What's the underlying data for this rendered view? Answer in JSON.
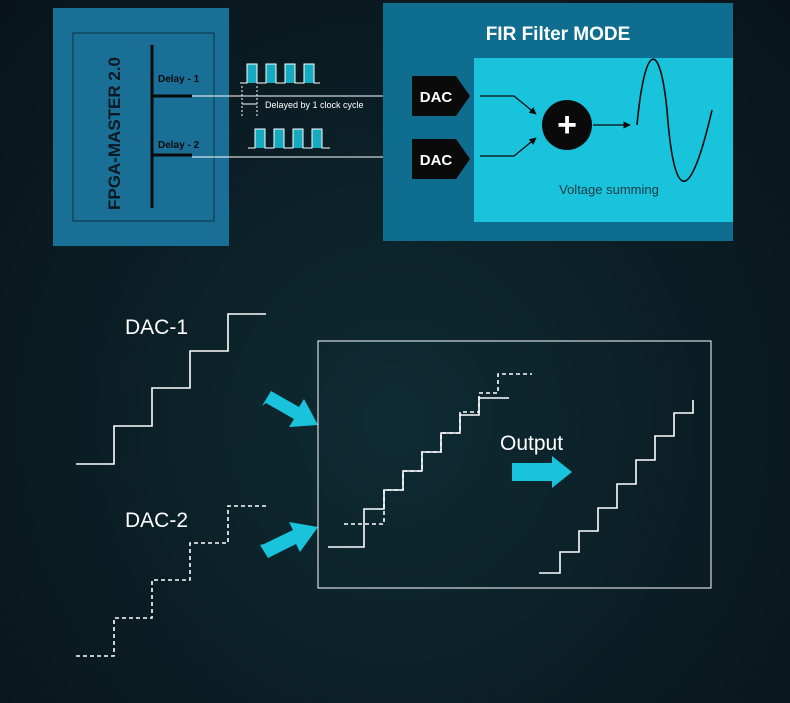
{
  "fpga": {
    "title": "FPGA-MASTER 2.0",
    "delay1_label": "Delay - 1",
    "delay2_label": "Delay - 2",
    "delay_note": "Delayed by 1 clock cycle"
  },
  "fir": {
    "title": "FIR Filter MODE",
    "dac_label": "DAC",
    "plus_symbol": "+",
    "summing_label": "Voltage summing"
  },
  "lower": {
    "dac1_label": "DAC-1",
    "dac2_label": "DAC-2",
    "output_label": "Output"
  },
  "colors": {
    "fpga_panel": "#1a6f96",
    "fir_panel": "#0f6e90",
    "cyan": "#19c3dc",
    "black": "#0a0a0a",
    "line": "#ffffff"
  }
}
